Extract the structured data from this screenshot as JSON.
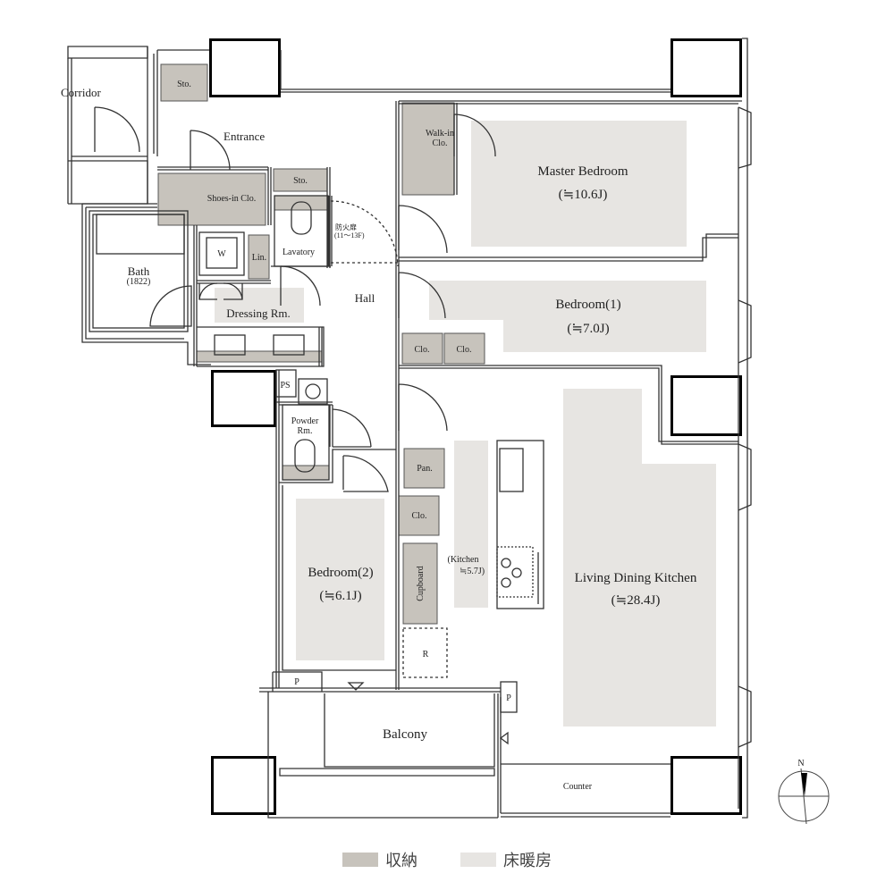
{
  "colors": {
    "storage": "#c7c3bc",
    "floor_heating": "#e7e5e2",
    "wall": "#222222",
    "column": "#000000"
  },
  "rooms": {
    "corridor": "Corridor",
    "entrance": "Entrance",
    "sto_top": "Sto.",
    "sto_mid": "Sto.",
    "shoes_in": "Shoes-in Clo.",
    "walk_in_1": "Walk-in",
    "walk_in_2": "Clo.",
    "master_bedroom": "Master Bedroom",
    "master_size": "(≒10.6J)",
    "bath": "Bath",
    "bath_size": "(1822)",
    "washer": "W",
    "linen": "Lin.",
    "lavatory": "Lavatory",
    "fire_door": "防火扉",
    "fire_door_floors": "(11〜13F)",
    "hall": "Hall",
    "bedroom1": "Bedroom(1)",
    "bedroom1_size": "(≒7.0J)",
    "dressing": "Dressing Rm.",
    "clo_a": "Clo.",
    "clo_b": "Clo.",
    "ps": "PS",
    "powder_1": "Powder",
    "powder_2": "Rm.",
    "pantry": "Pan.",
    "clo_c": "Clo.",
    "kitchen_1": "(Kitchen",
    "kitchen_2": "≒5.7J)",
    "cupboard": "Cupboard",
    "bedroom2": "Bedroom(2)",
    "bedroom2_size": "(≒6.1J)",
    "ldk": "Living Dining Kitchen",
    "ldk_size": "(≒28.4J)",
    "fridge": "R",
    "p_left": "P",
    "p_right": "P",
    "balcony": "Balcony",
    "counter": "Counter",
    "north": "N"
  },
  "legend": {
    "storage_label": "収納",
    "floor_heating_label": "床暖房"
  }
}
